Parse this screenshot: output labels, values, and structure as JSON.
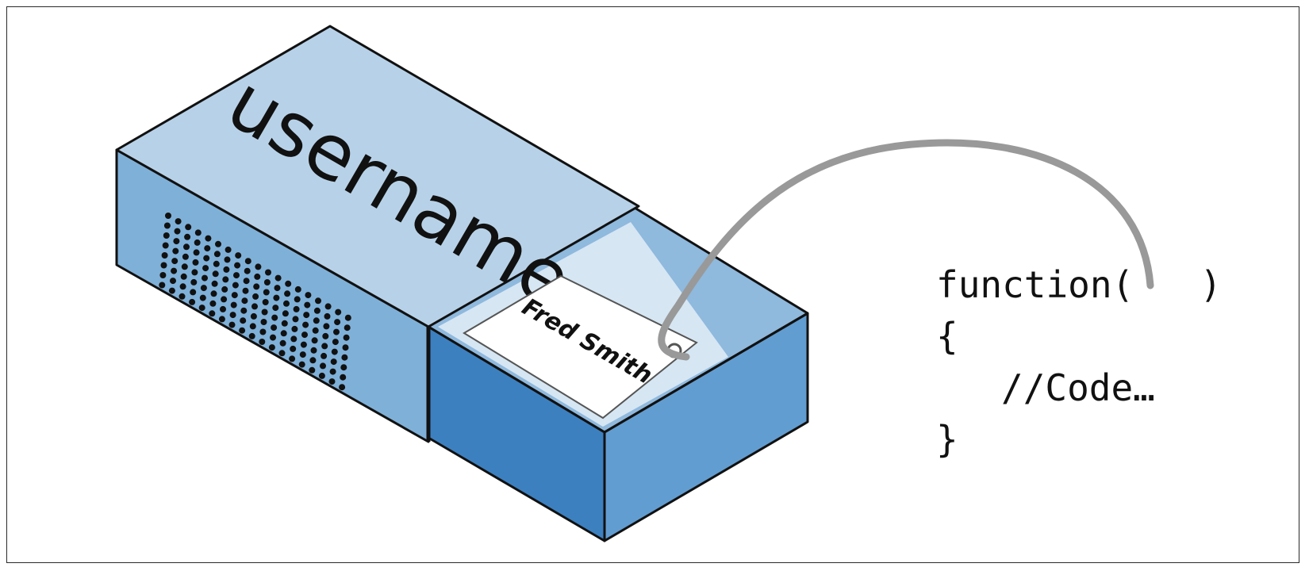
{
  "variable": {
    "name_label": "username",
    "value_tag": "Fred Smith"
  },
  "code": {
    "line1": "function(   )",
    "line2": "{",
    "line3": "//Code…",
    "line4": "}"
  },
  "colors": {
    "sleeve_top": "#b7d2e8",
    "sleeve_side": "#7fb0d8",
    "tray_inner_wall": "#8fb9dd",
    "tray_inner_floor": "#d6e6f3",
    "tray_front": "#3c80c0",
    "tray_right": "#629dd1",
    "outline": "#111111",
    "string": "#999999"
  }
}
